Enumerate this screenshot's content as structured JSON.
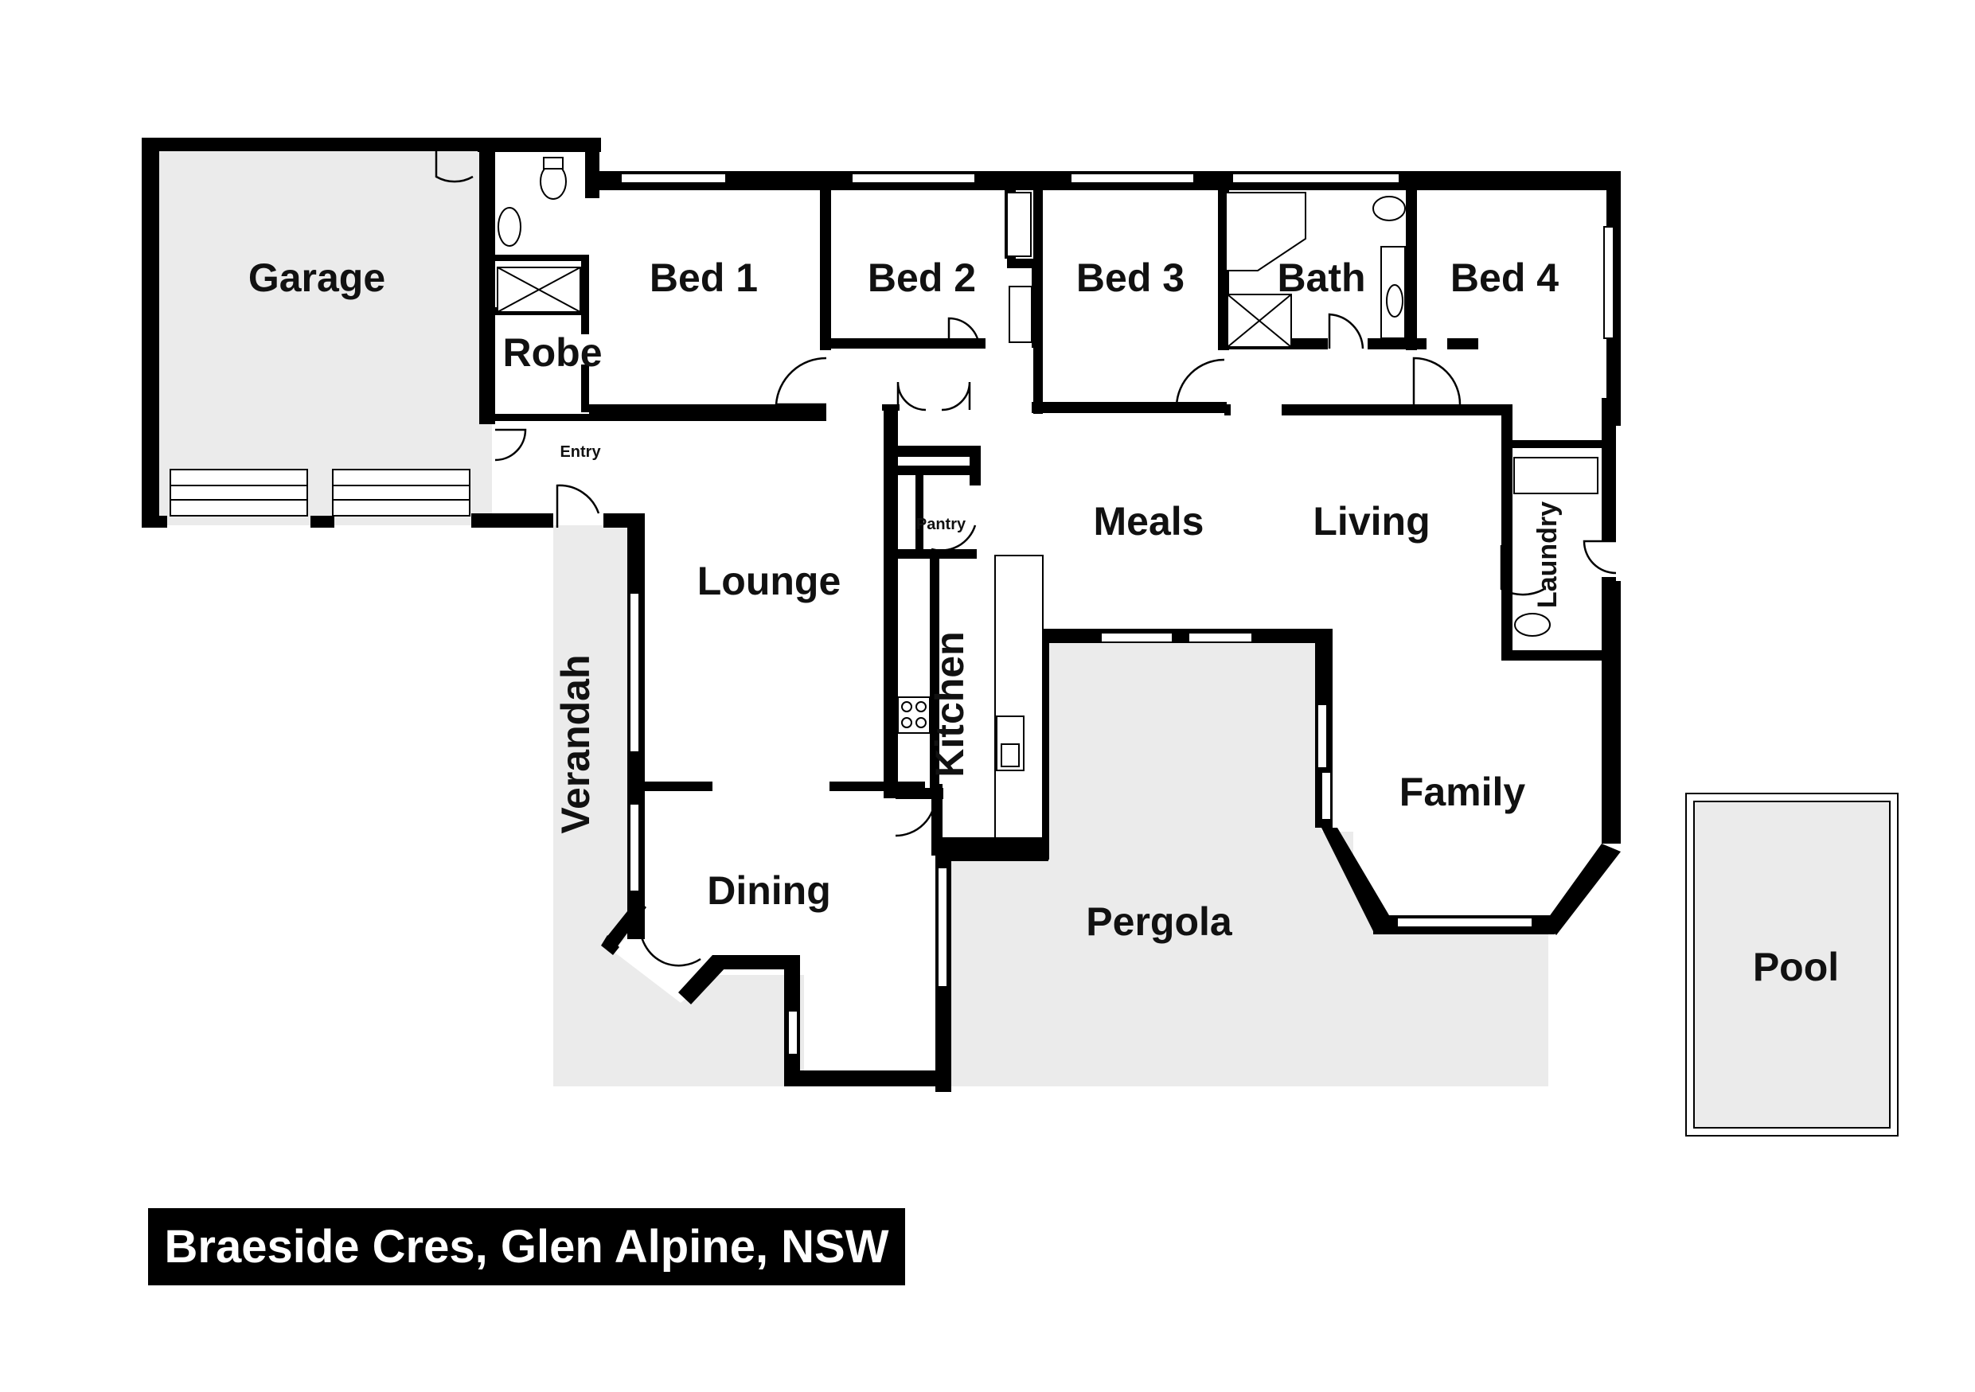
{
  "rooms": {
    "garage": "Garage",
    "bed1": "Bed 1",
    "bed2": "Bed 2",
    "bed3": "Bed 3",
    "bath": "Bath",
    "bed4": "Bed 4",
    "robe": "Robe",
    "entry": "Entry",
    "pantry": "Pantry",
    "meals": "Meals",
    "living": "Living",
    "laundry": "Laundry",
    "lounge": "Lounge",
    "kitchen": "Kitchen",
    "verandah": "Verandah",
    "family": "Family",
    "dining": "Dining",
    "pergola": "Pergola",
    "pool": "Pool"
  },
  "address": "Braeside Cres, Glen Alpine, NSW"
}
